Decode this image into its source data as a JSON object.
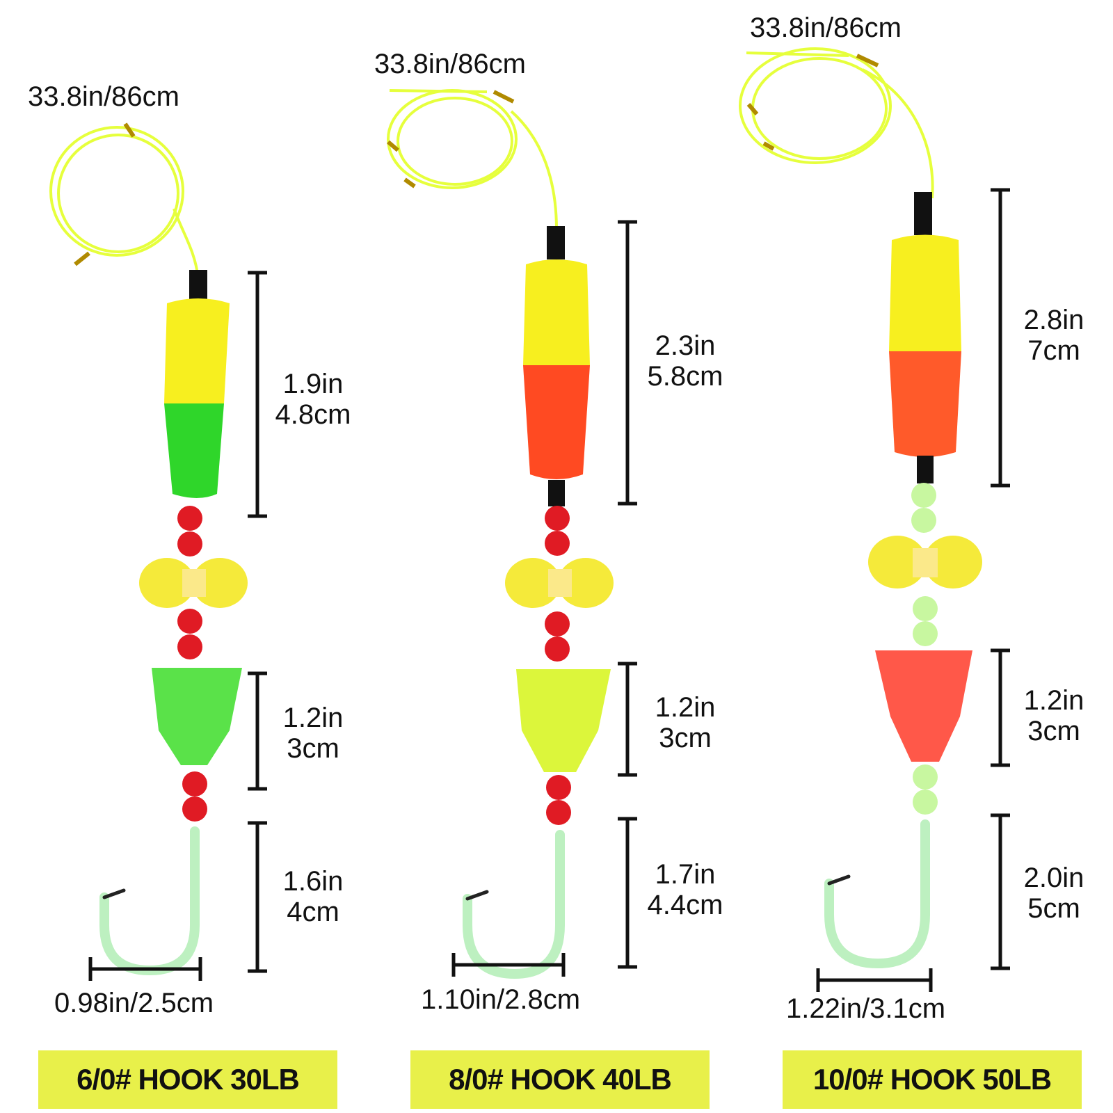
{
  "rigs": [
    {
      "leader": "33.8in/86cm",
      "float_dims": [
        "1.9in",
        "4.8cm"
      ],
      "rattle_dims": [
        "1.2in",
        "3cm"
      ],
      "hook_dims": [
        "1.6in",
        "4cm"
      ],
      "hook_width": "0.98in/2.5cm",
      "title": "6/0# HOOK 30LB",
      "float_bottom_color": "#2fd62a",
      "bead_color": "#e01b24",
      "rattle_color": "#4ce03a"
    },
    {
      "leader": "33.8in/86cm",
      "float_dims": [
        "2.3in",
        "5.8cm"
      ],
      "rattle_dims": [
        "1.2in",
        "3cm"
      ],
      "hook_dims": [
        "1.7in",
        "4.4cm"
      ],
      "hook_width": "1.10in/2.8cm",
      "title": "8/0# HOOK 40LB",
      "float_bottom_color": "#ff4a22",
      "bead_color": "#e01b24",
      "rattle_color": "#d9f52a"
    },
    {
      "leader": "33.8in/86cm",
      "float_dims": [
        "2.8in",
        "7cm"
      ],
      "rattle_dims": [
        "1.2in",
        "3cm"
      ],
      "hook_dims": [
        "2.0in",
        "5cm"
      ],
      "hook_width": "1.22in/3.1cm",
      "title": "10/0# HOOK 50LB",
      "float_bottom_color": "#ff5a2a",
      "bead_color": "#c8f7a0",
      "rattle_color": "#ff4a3a"
    }
  ],
  "colors": {
    "float_top": "#f7ef1f",
    "line": "#e6ff3c",
    "badge_bg": "#e8f04a",
    "hook": "#bdf0c0",
    "spinner": "#f5ea3a"
  }
}
